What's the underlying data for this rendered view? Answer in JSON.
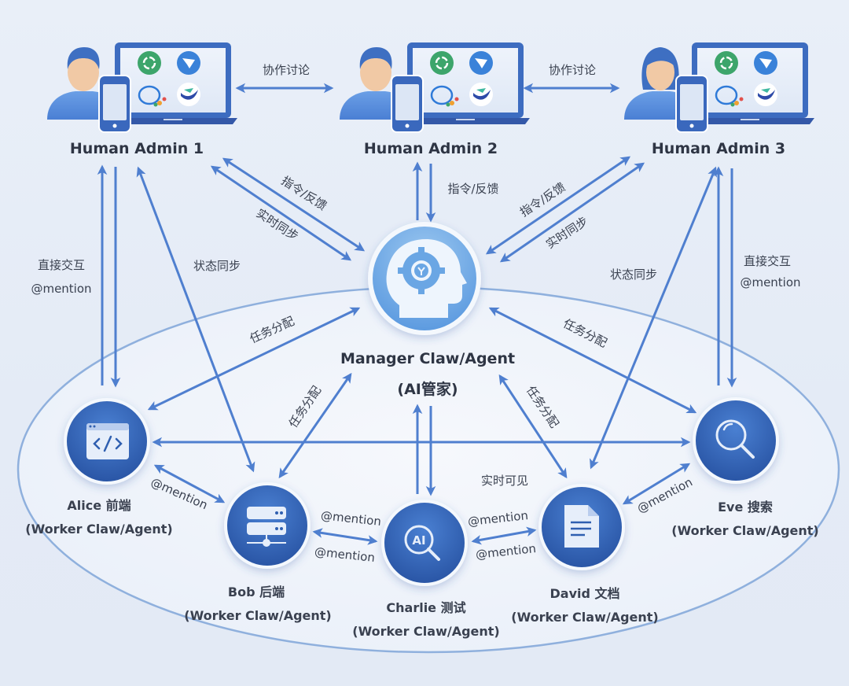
{
  "admins": [
    {
      "name": "Human Admin 1",
      "avatar": "male"
    },
    {
      "name": "Human Admin 2",
      "avatar": "male"
    },
    {
      "name": "Human Admin 3",
      "avatar": "female"
    }
  ],
  "app_icons": [
    "element-icon",
    "dingtalk-icon",
    "wecom-icon",
    "lark-icon"
  ],
  "manager": {
    "name": "Manager Claw/Agent",
    "subtitle": "(AI管家)",
    "icon": "head-gear-icon"
  },
  "workers": [
    {
      "name": "Alice 前端",
      "role": "(Worker Claw/Agent)",
      "icon": "code-window-icon"
    },
    {
      "name": "Bob 后端",
      "role": "(Worker Claw/Agent)",
      "icon": "server-icon"
    },
    {
      "name": "Charlie 测试",
      "role": "(Worker Claw/Agent)",
      "icon": "ai-search-icon"
    },
    {
      "name": "David 文档",
      "role": "(Worker Claw/Agent)",
      "icon": "document-icon"
    },
    {
      "name": "Eve 搜索",
      "role": "(Worker Claw/Agent)",
      "icon": "search-icon"
    }
  ],
  "labels": {
    "collab_1": "协作讨论",
    "collab_2": "协作讨论",
    "cmd_feedback_1": "指令/反馈",
    "realtime_sync_1": "实时同步",
    "cmd_feedback_2": "指令/反馈",
    "cmd_feedback_3": "指令/反馈",
    "realtime_sync_3": "实时同步",
    "direct_left": "直接交互",
    "mention_left": "@mention",
    "direct_right": "直接交互",
    "mention_right": "@mention",
    "status_sync_left": "状态同步",
    "status_sync_right": "状态同步",
    "task_alice": "任务分配",
    "task_bob": "任务分配",
    "task_david": "任务分配",
    "task_eve": "任务分配",
    "realtime_visible": "实时可见",
    "mention_alice_bob": "@mention",
    "mention_bob_charlie_top": "@mention",
    "mention_bob_charlie_bottom": "@mention",
    "mention_charlie_david_top": "@mention",
    "mention_charlie_david_bottom": "@mention",
    "mention_david_eve": "@mention"
  },
  "colors": {
    "arrow": "#4f7fcf",
    "node_dark": "#2f5fb0",
    "node_light": "#6aa6e4",
    "text": "#3a4150"
  }
}
